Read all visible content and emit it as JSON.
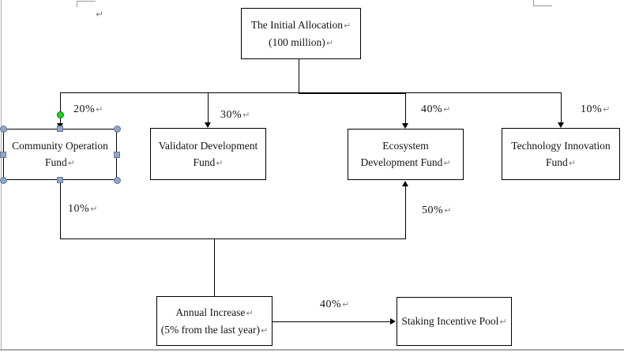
{
  "document": {
    "kind": "word-flowchart",
    "marks": {
      "line_break": "↵"
    },
    "colors": {
      "shape_border": "#000000",
      "connector": "#000000",
      "text": "#141414",
      "selection_handle_fill": "#8fa6c6",
      "selection_handle_border": "#64799c",
      "rotate_handle_fill": "#1fd31f",
      "rotate_handle_border": "#0e7a0e",
      "format_mark": "#808080",
      "page_boundary": "#ababab"
    }
  },
  "nodes": {
    "initial": {
      "line1": "The Initial Allocation",
      "line2": "(100 million)"
    },
    "community": {
      "line1": "Community Operation",
      "line2": "Fund"
    },
    "validator": {
      "line1": "Validator Development",
      "line2": "Fund"
    },
    "ecosystem": {
      "line1": "Ecosystem",
      "line2": "Development Fund"
    },
    "technology": {
      "line1": "Technology Innovation",
      "line2": "Fund"
    },
    "annual": {
      "line1": "Annual Increase",
      "line2": "(5% from the last year)"
    },
    "staking": {
      "line1": "Staking Incentive Pool"
    }
  },
  "percent_labels": {
    "initial_to_community": "20%",
    "initial_to_validator": "30%",
    "initial_to_ecosystem": "40%",
    "initial_to_technology": "10%",
    "annual_to_community": "10%",
    "annual_to_ecosystem": "50%",
    "annual_to_staking": "40%"
  }
}
